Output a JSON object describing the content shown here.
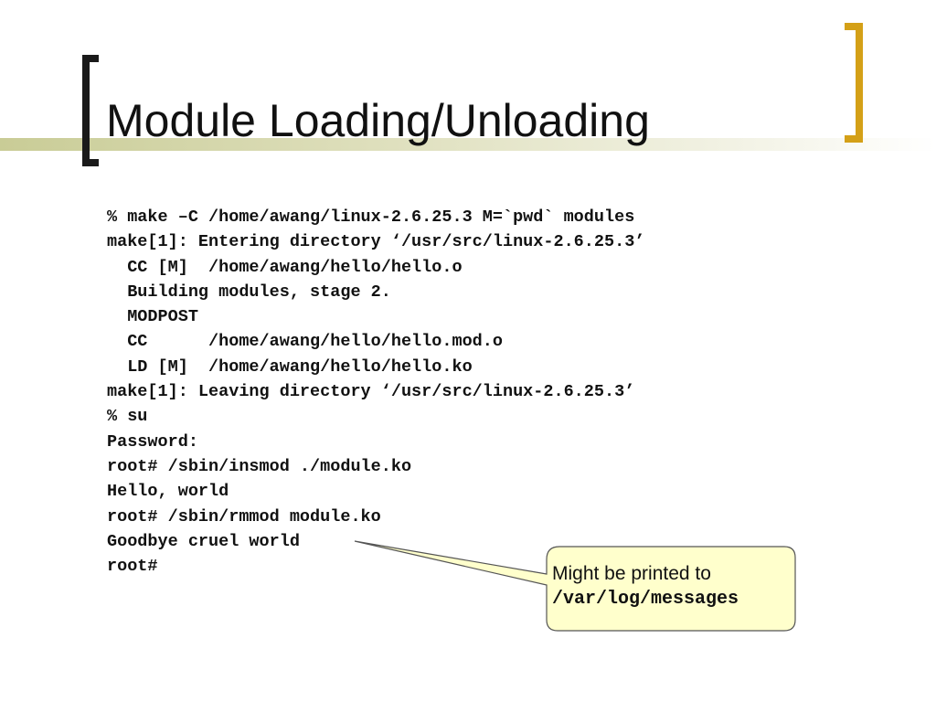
{
  "slide": {
    "title": "Module Loading/Unloading",
    "terminal_lines": [
      "% make –C /home/awang/linux-2.6.25.3 M=`pwd` modules",
      "make[1]: Entering directory ‘/usr/src/linux-2.6.25.3’",
      "  CC [M]  /home/awang/hello/hello.o",
      "  Building modules, stage 2.",
      "  MODPOST",
      "  CC      /home/awang/hello/hello.mod.o",
      "  LD [M]  /home/awang/hello/hello.ko",
      "make[1]: Leaving directory ‘/usr/src/linux-2.6.25.3’",
      "% su",
      "Password:",
      "root# /sbin/insmod ./module.ko",
      "Hello, world",
      "root# /sbin/rmmod module.ko",
      "Goodbye cruel world",
      "root#"
    ],
    "callout": {
      "line1": "Might be printed to",
      "line2": "/var/log/messages"
    }
  },
  "colors": {
    "accent_bracket": "#d4a017",
    "title_band": "#c9cc96",
    "callout_fill": "#ffffcc"
  }
}
